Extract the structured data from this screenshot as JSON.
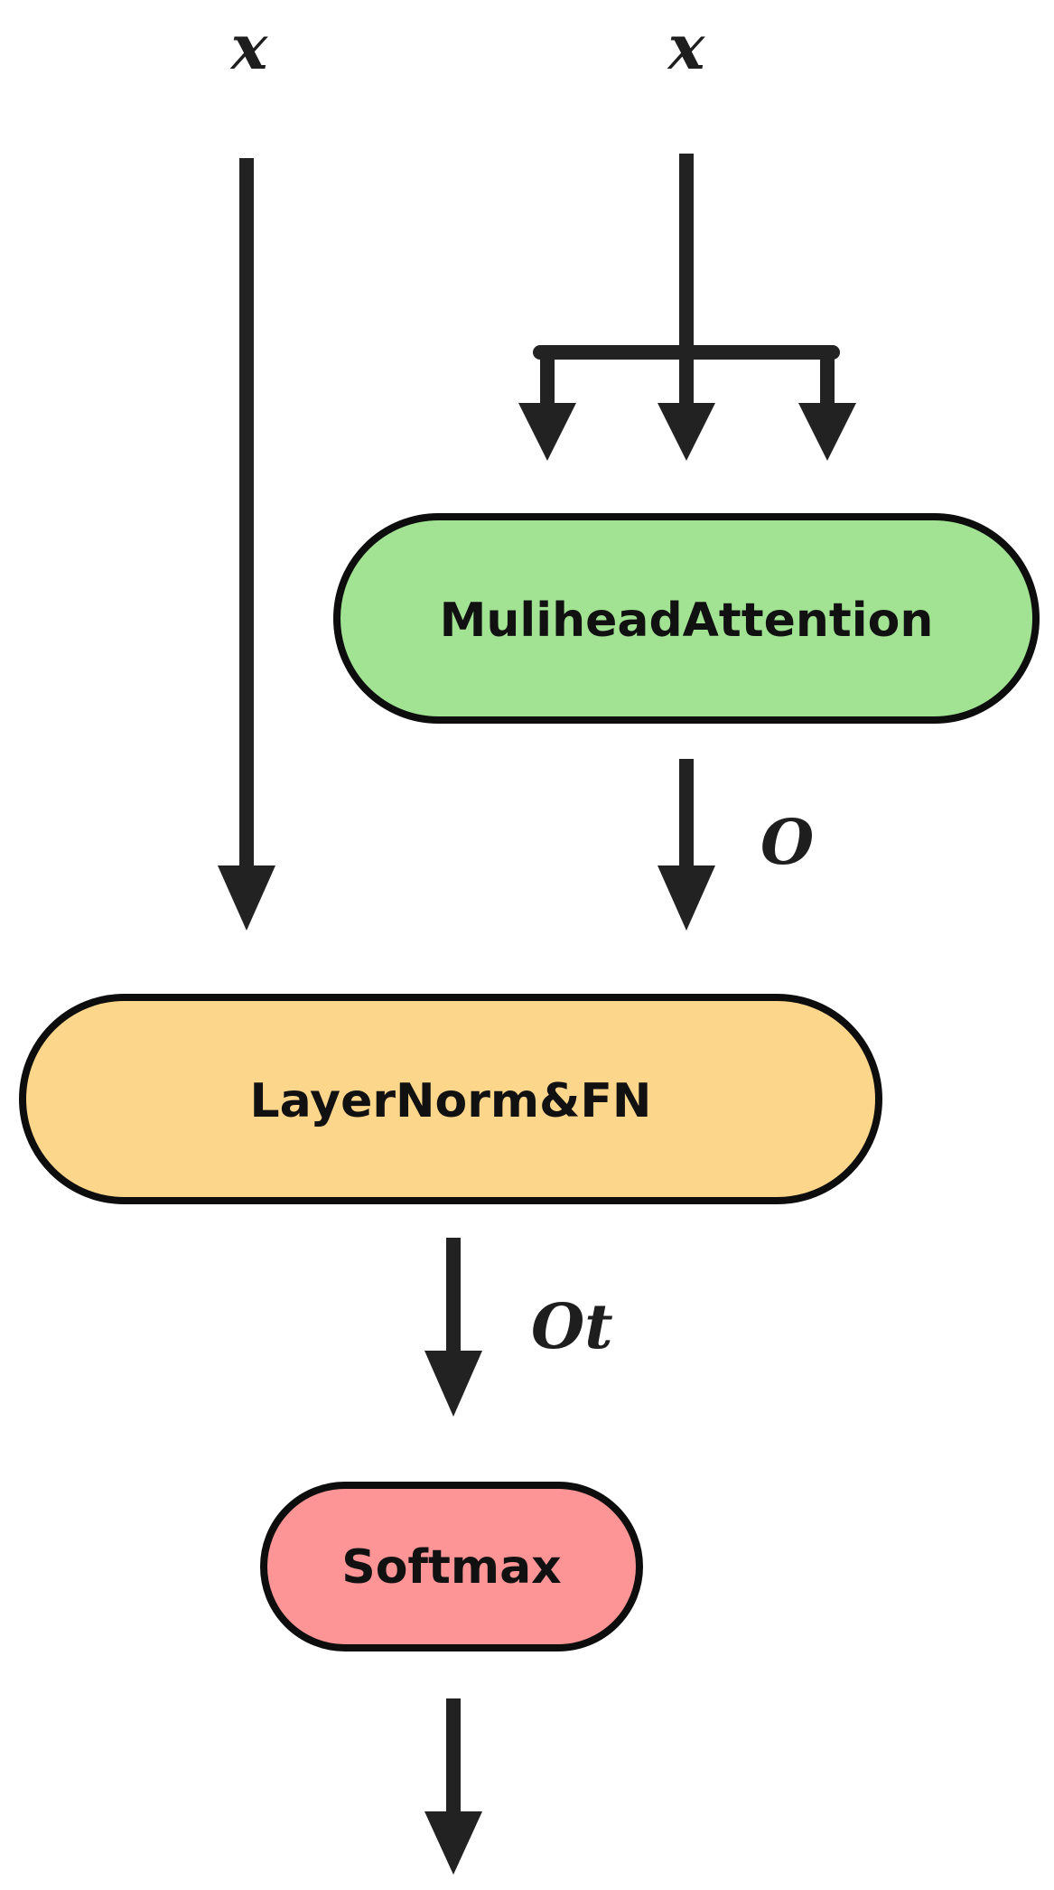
{
  "inputs": {
    "left": "x",
    "right": "x"
  },
  "nodes": {
    "attention": {
      "label": "MuliheadAttention",
      "color": "#a2e393"
    },
    "layernorm": {
      "label": "LayerNorm&FN",
      "color": "#fcd68a"
    },
    "softmax": {
      "label": "Softmax",
      "color": "#fd9597"
    }
  },
  "edge_labels": {
    "attention_output": "O",
    "layernorm_output": "Ot"
  },
  "colors": {
    "stroke": "#222222",
    "text": "#111111"
  }
}
